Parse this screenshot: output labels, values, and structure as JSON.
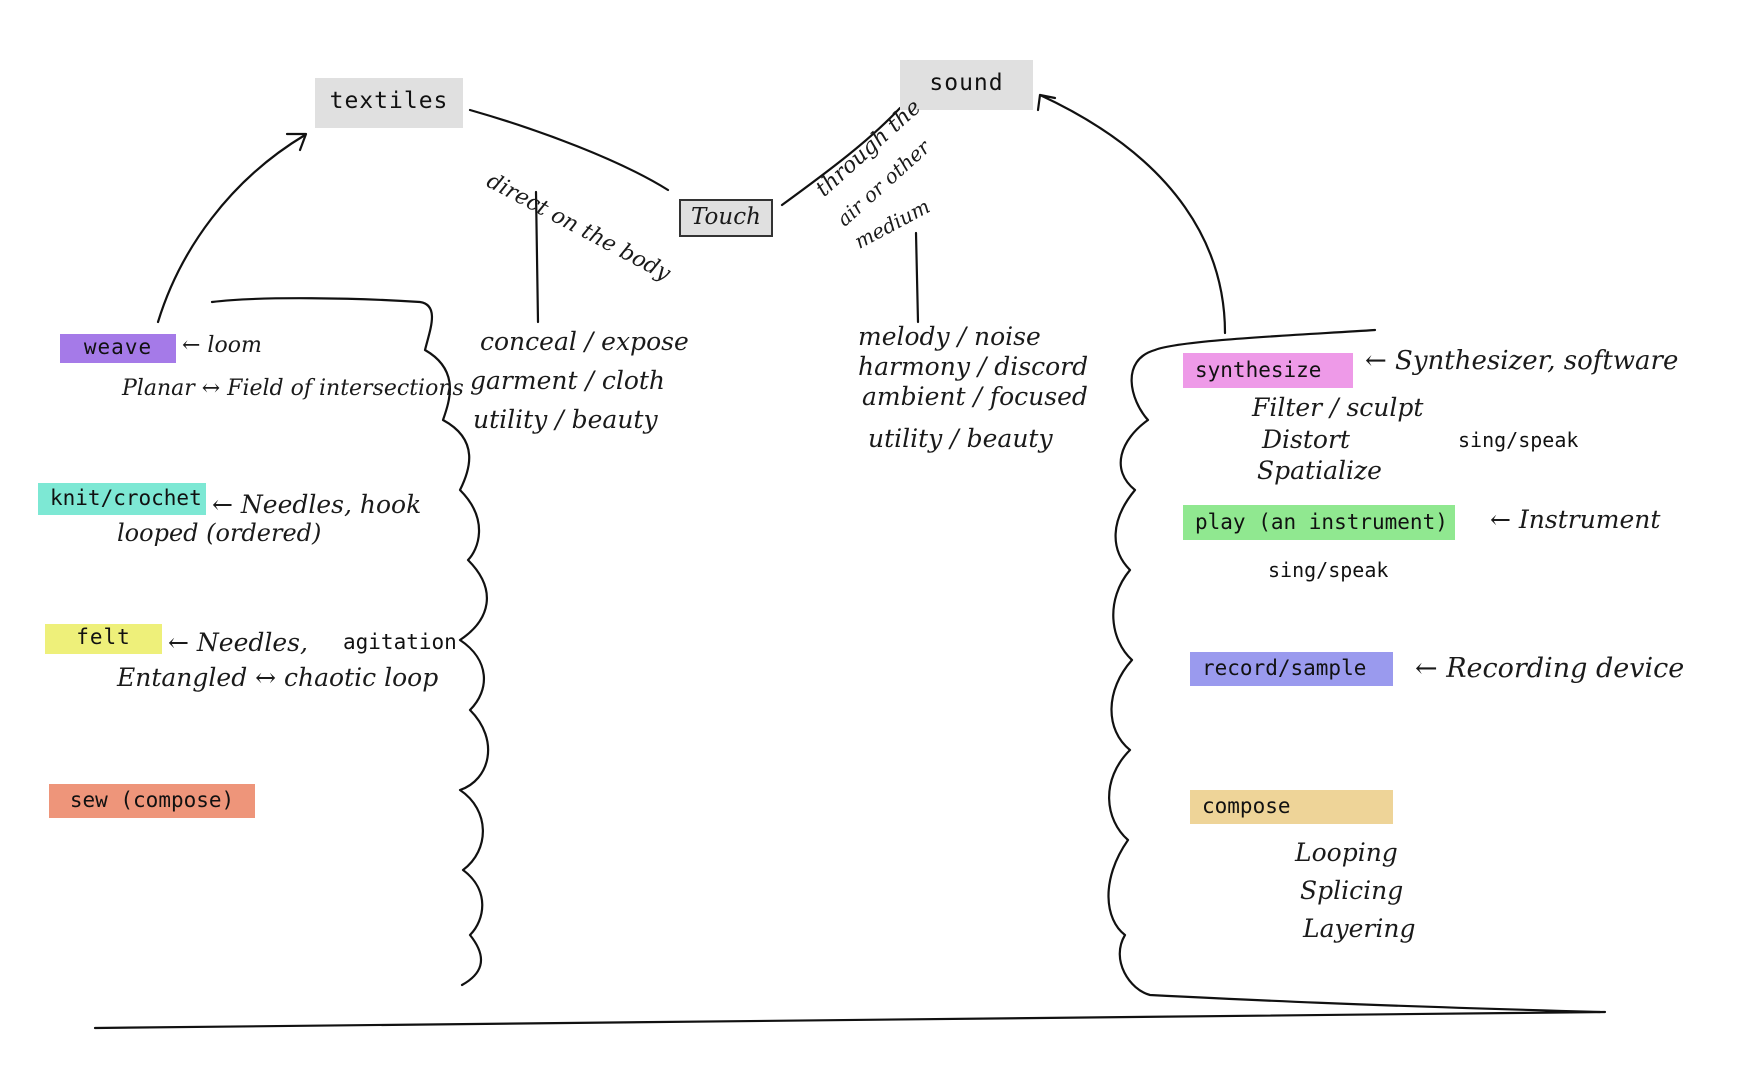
{
  "nodes": {
    "textiles": "textiles",
    "sound": "sound",
    "touch": "Touch"
  },
  "edges": {
    "direct": "direct on the body",
    "through_line1": "through the",
    "through_line2": "air or other",
    "through_line3": "medium"
  },
  "textile_notes": [
    "conceal / expose",
    "garment / cloth",
    "utility / beauty"
  ],
  "sound_notes": [
    "melody / noise",
    "harmony / discord",
    "ambient / focused",
    "utility / beauty"
  ],
  "textile_methods": {
    "weave": {
      "label": "weave",
      "tool": "← loom",
      "note": "Planar ↔ Field of intersections",
      "color": "#a57ae8"
    },
    "knit": {
      "label": "knit/crochet",
      "tool": "← Needles, hook",
      "note": "looped (ordered)",
      "color": "#7de8d4"
    },
    "felt": {
      "label": "felt",
      "tool_hw": "← Needles,",
      "tool_typed": "agitation",
      "note": "Entangled ↔ chaotic loop",
      "color": "#eef07a"
    },
    "sew": {
      "label": "sew (compose)",
      "color": "#ee957a"
    }
  },
  "sound_methods": {
    "synthesize": {
      "label": "synthesize",
      "tool": "← Synthesizer, software",
      "notes": [
        "Filter / sculpt",
        "Distort",
        "Spatialize"
      ],
      "aside": "sing/speak",
      "color": "#ee9ae8"
    },
    "play": {
      "label": "play (an instrument)",
      "tool": "← Instrument",
      "aside": "sing/speak",
      "color": "#90e890"
    },
    "record": {
      "label": "record/sample",
      "tool": "← Recording device",
      "color": "#9a9aee"
    },
    "compose": {
      "label": "compose",
      "notes": [
        "Looping",
        "Splicing",
        "Layering"
      ],
      "color": "#eed498"
    }
  },
  "colors": {
    "node_bg": "#e0e0e0",
    "ink": "#111111"
  }
}
